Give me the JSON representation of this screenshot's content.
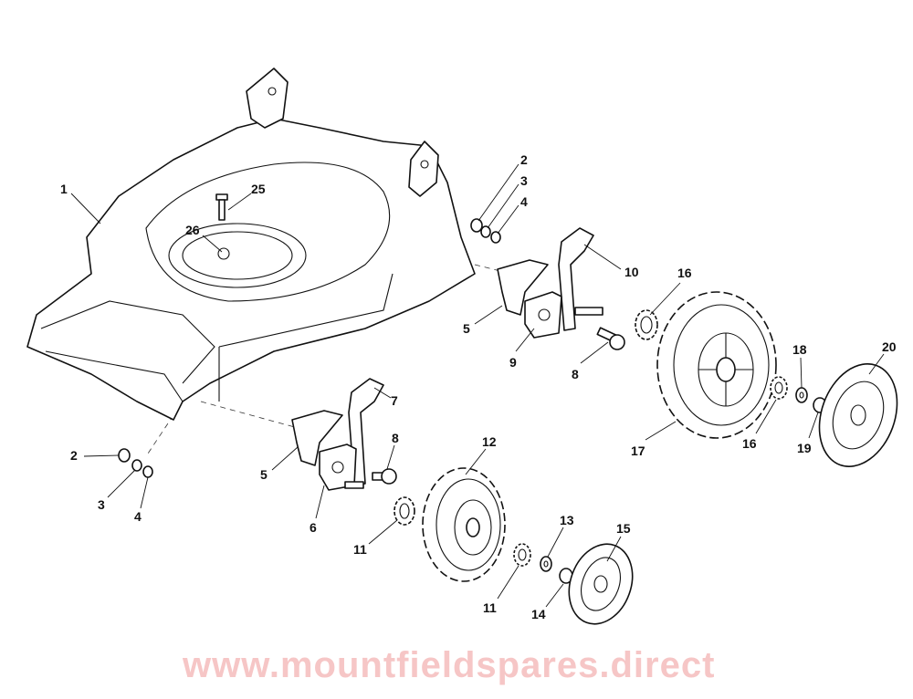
{
  "watermark": "www.mountfieldspares.direct",
  "callouts": {
    "deck": "1",
    "bolt_25": "25",
    "nut_26": "26",
    "r_2": "2",
    "r_3": "3",
    "r_4": "4",
    "r_10": "10",
    "r_16a": "16",
    "r_5": "5",
    "r_9": "9",
    "r_8": "8",
    "r_18": "18",
    "r_20": "20",
    "r_16b": "16",
    "r_17": "17",
    "r_19": "19",
    "f_7": "7",
    "f_8": "8",
    "f_2": "2",
    "f_5": "5",
    "f_3": "3",
    "f_4": "4",
    "f_6": "6",
    "f_12": "12",
    "f_13": "13",
    "f_15": "15",
    "f_11a": "11",
    "f_11b": "11",
    "f_14": "14"
  }
}
